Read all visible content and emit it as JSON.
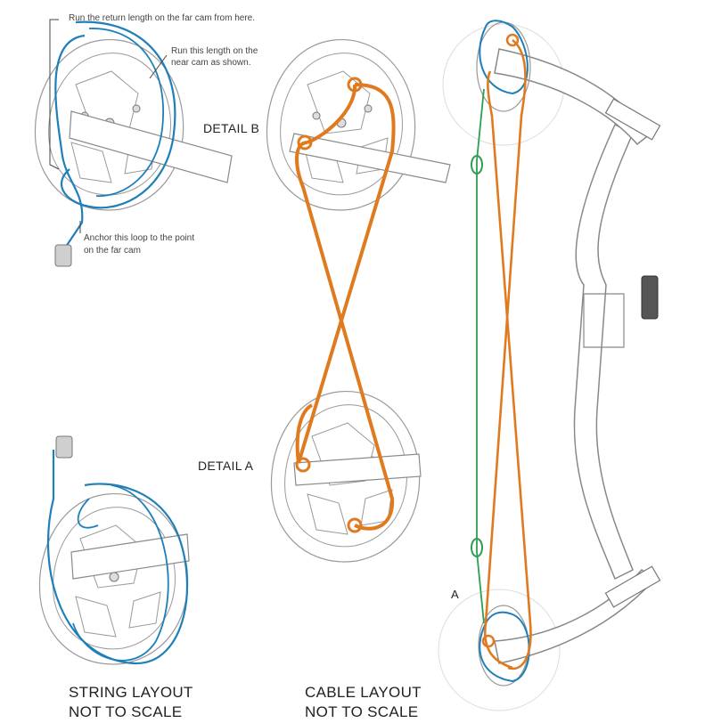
{
  "notes": {
    "return_length": "Run the return length on the far cam from here.",
    "near_cam_line1": "Run this length on the",
    "near_cam_line2": "near cam as shown.",
    "anchor_line1": "Anchor this loop to the point",
    "anchor_line2": "on the far cam"
  },
  "details": {
    "detail_b": "DETAIL B",
    "detail_a": "DETAIL A",
    "point_a": "A"
  },
  "captions": {
    "string_layout_line1": "STRING LAYOUT",
    "string_layout_line2": "NOT TO SCALE",
    "cable_layout_line1": "CABLE LAYOUT",
    "cable_layout_line2": "NOT TO SCALE"
  },
  "colors": {
    "string": "#1f7fb8",
    "cable": "#e07a1f",
    "green_string": "#2e9e4f",
    "outline": "#8a8a8a"
  }
}
